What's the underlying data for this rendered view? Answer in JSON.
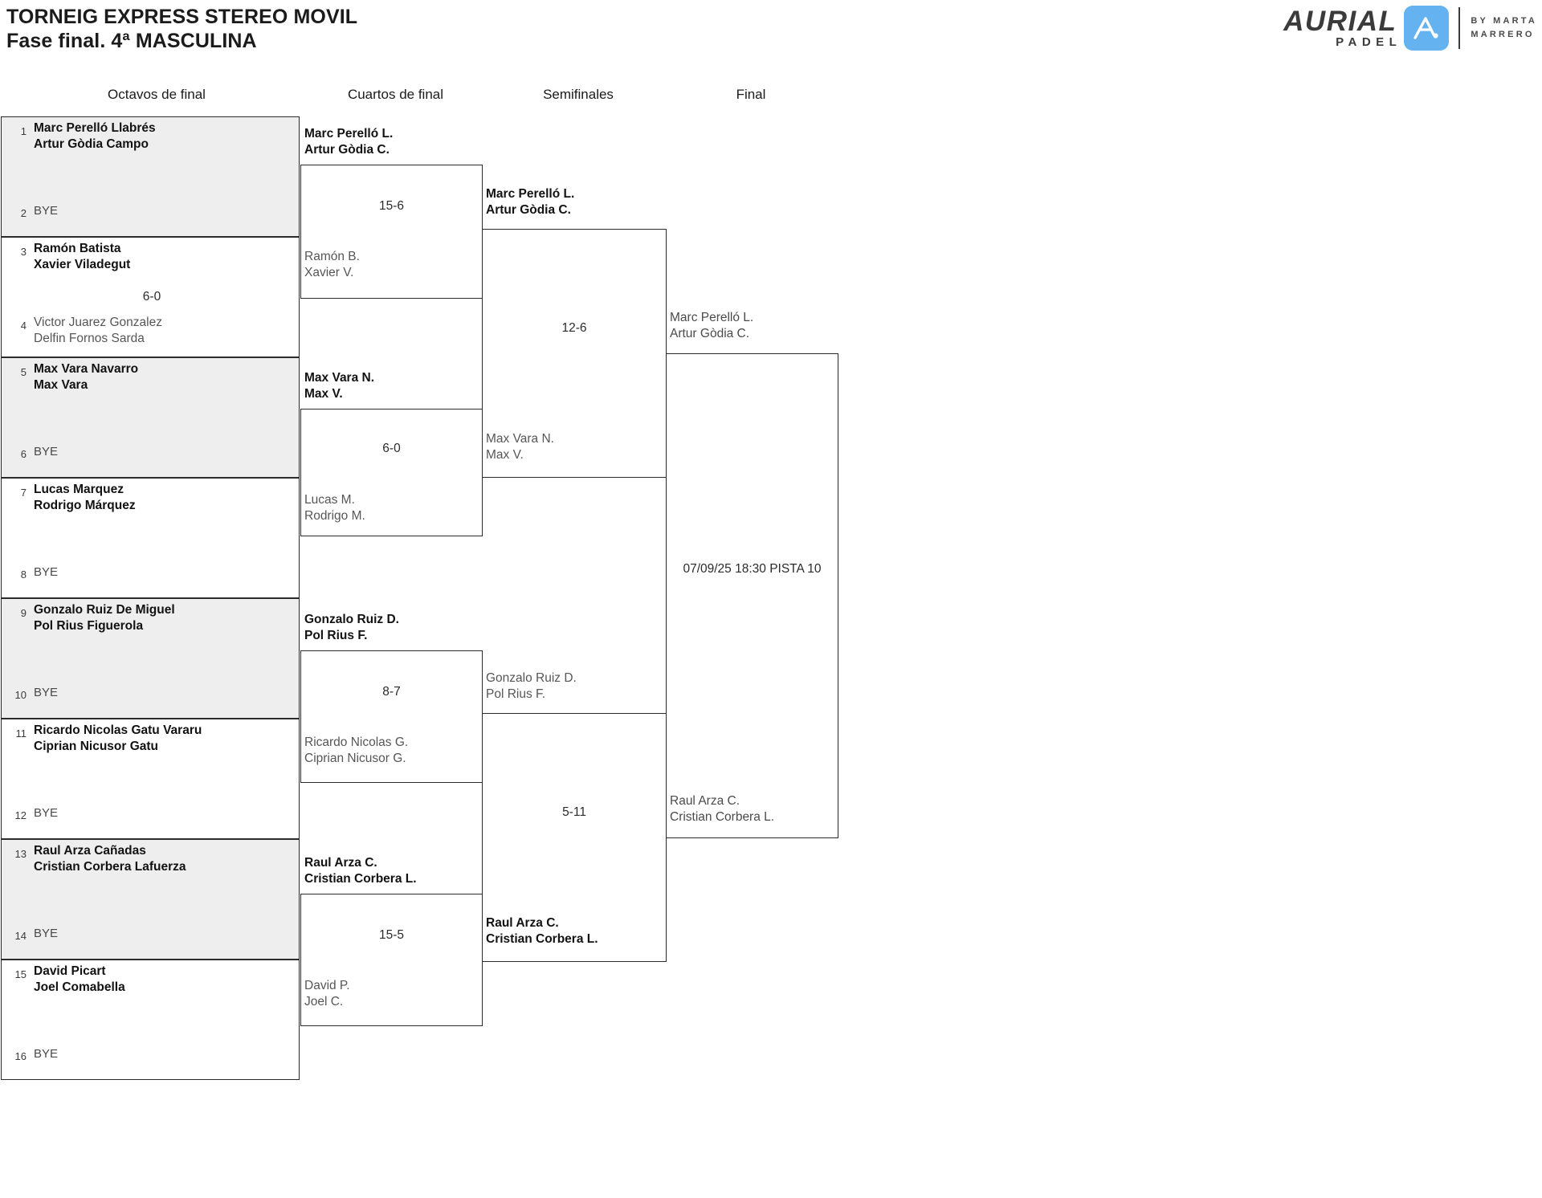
{
  "header": {
    "title_line_1": "TORNEIG EXPRESS STEREO MOVIL",
    "title_line_2": "Fase final. 4ª MASCULINA"
  },
  "logo": {
    "wordmark": "AURIAL",
    "subword": "PADEL",
    "by_line_1": "BY  MARTA",
    "by_line_2": "MARRERO",
    "mark_color": "#64b2f0",
    "text_color": "#3b3b3b"
  },
  "rounds": [
    {
      "id": "octavos",
      "label": "Octavos de final"
    },
    {
      "id": "cuartos",
      "label": "Cuartos de final"
    },
    {
      "id": "semifinales",
      "label": "Semifinales"
    },
    {
      "id": "final",
      "label": "Final"
    }
  ],
  "round1": {
    "blocks": [
      {
        "shaded": true,
        "top": {
          "seed": "1",
          "line1": "Marc Perelló Llabrés",
          "line2": "Artur Gòdia Campo",
          "result": "win"
        },
        "bottom": {
          "seed": "2",
          "line1": "BYE",
          "line2": "",
          "result": "bye"
        },
        "score": ""
      },
      {
        "shaded": false,
        "top": {
          "seed": "3",
          "line1": "Ramón Batista",
          "line2": "Xavier Viladegut",
          "result": "win"
        },
        "bottom": {
          "seed": "4",
          "line1": "Victor Juarez Gonzalez",
          "line2": "Delfin Fornos Sarda",
          "result": "lose"
        },
        "score": "6-0"
      },
      {
        "shaded": true,
        "top": {
          "seed": "5",
          "line1": "Max Vara Navarro",
          "line2": "Max Vara",
          "result": "win"
        },
        "bottom": {
          "seed": "6",
          "line1": "BYE",
          "line2": "",
          "result": "bye"
        },
        "score": ""
      },
      {
        "shaded": false,
        "top": {
          "seed": "7",
          "line1": "Lucas Marquez",
          "line2": "Rodrigo Márquez",
          "result": "win"
        },
        "bottom": {
          "seed": "8",
          "line1": "BYE",
          "line2": "",
          "result": "bye"
        },
        "score": ""
      },
      {
        "shaded": true,
        "top": {
          "seed": "9",
          "line1": "Gonzalo Ruiz De Miguel",
          "line2": "Pol Rius Figuerola",
          "result": "win"
        },
        "bottom": {
          "seed": "10",
          "line1": "BYE",
          "line2": "",
          "result": "bye"
        },
        "score": ""
      },
      {
        "shaded": false,
        "top": {
          "seed": "11",
          "line1": "Ricardo Nicolas Gatu Vararu",
          "line2": "Ciprian Nicusor Gatu",
          "result": "win"
        },
        "bottom": {
          "seed": "12",
          "line1": "BYE",
          "line2": "",
          "result": "bye"
        },
        "score": ""
      },
      {
        "shaded": true,
        "top": {
          "seed": "13",
          "line1": "Raul Arza Cañadas",
          "line2": "Cristian Corbera Lafuerza",
          "result": "win"
        },
        "bottom": {
          "seed": "14",
          "line1": "BYE",
          "line2": "",
          "result": "bye"
        },
        "score": ""
      },
      {
        "shaded": false,
        "top": {
          "seed": "15",
          "line1": "David Picart",
          "line2": "Joel Comabella",
          "result": "win"
        },
        "bottom": {
          "seed": "16",
          "line1": "BYE",
          "line2": "",
          "result": "bye"
        },
        "score": ""
      }
    ]
  },
  "round2": {
    "matches": [
      {
        "top": {
          "line1": "Marc Perelló L.",
          "line2": "Artur Gòdia C.",
          "result": "win"
        },
        "bottom": {
          "line1": "Ramón B.",
          "line2": "Xavier V.",
          "result": "lose"
        },
        "score": "15-6"
      },
      {
        "top": {
          "line1": "Max Vara N.",
          "line2": "Max V.",
          "result": "win"
        },
        "bottom": {
          "line1": "Lucas M.",
          "line2": "Rodrigo M.",
          "result": "lose"
        },
        "score": "6-0"
      },
      {
        "top": {
          "line1": "Gonzalo Ruiz D.",
          "line2": "Pol Rius F.",
          "result": "win"
        },
        "bottom": {
          "line1": "Ricardo Nicolas G.",
          "line2": "Ciprian Nicusor G.",
          "result": "lose"
        },
        "score": "8-7"
      },
      {
        "top": {
          "line1": "Raul Arza C.",
          "line2": "Cristian Corbera L.",
          "result": "win"
        },
        "bottom": {
          "line1": "David P.",
          "line2": "Joel C.",
          "result": "lose"
        },
        "score": "15-5"
      }
    ]
  },
  "round3": {
    "matches": [
      {
        "top": {
          "line1": "Marc Perelló L.",
          "line2": "Artur Gòdia C.",
          "result": "win"
        },
        "bottom": {
          "line1": "Max Vara N.",
          "line2": "Max V.",
          "result": "lose"
        },
        "score": "12-6"
      },
      {
        "top": {
          "line1": "Gonzalo Ruiz D.",
          "line2": "Pol Rius F.",
          "result": "lose"
        },
        "bottom": {
          "line1": "Raul Arza C.",
          "line2": "Cristian Corbera L.",
          "result": "win"
        },
        "score": "5-11"
      }
    ]
  },
  "round4": {
    "matches": [
      {
        "top": {
          "line1": "Marc Perelló L.",
          "line2": "Artur Gòdia C.",
          "result": "pending"
        },
        "bottom": {
          "line1": "Raul Arza C.",
          "line2": "Cristian Corbera L.",
          "result": "pending"
        },
        "score": "07/09/25 18:30 PISTA 10"
      }
    ]
  }
}
